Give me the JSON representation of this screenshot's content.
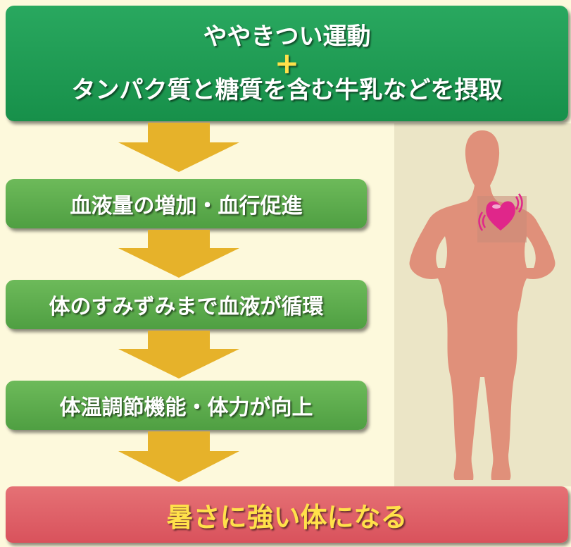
{
  "top": {
    "line1": "ややきつい運動",
    "plus": "+",
    "line2": "タンパク質と糖質を含む牛乳などを摂取"
  },
  "steps": [
    {
      "label": "血液量の増加・血行促進"
    },
    {
      "label": "体のすみずみまで血液が循環"
    },
    {
      "label": "体温調節機能・体力が向上"
    }
  ],
  "result": {
    "label": "暑さに強い体になる"
  },
  "colors": {
    "top_box": "#1a9a52",
    "step_box": "#5fae4e",
    "final_box": "#de5e66",
    "arrow": "#e6b22a",
    "highlight_text": "#ffe14a",
    "body_figure": "#e0907a",
    "heart": "#e0268a"
  }
}
